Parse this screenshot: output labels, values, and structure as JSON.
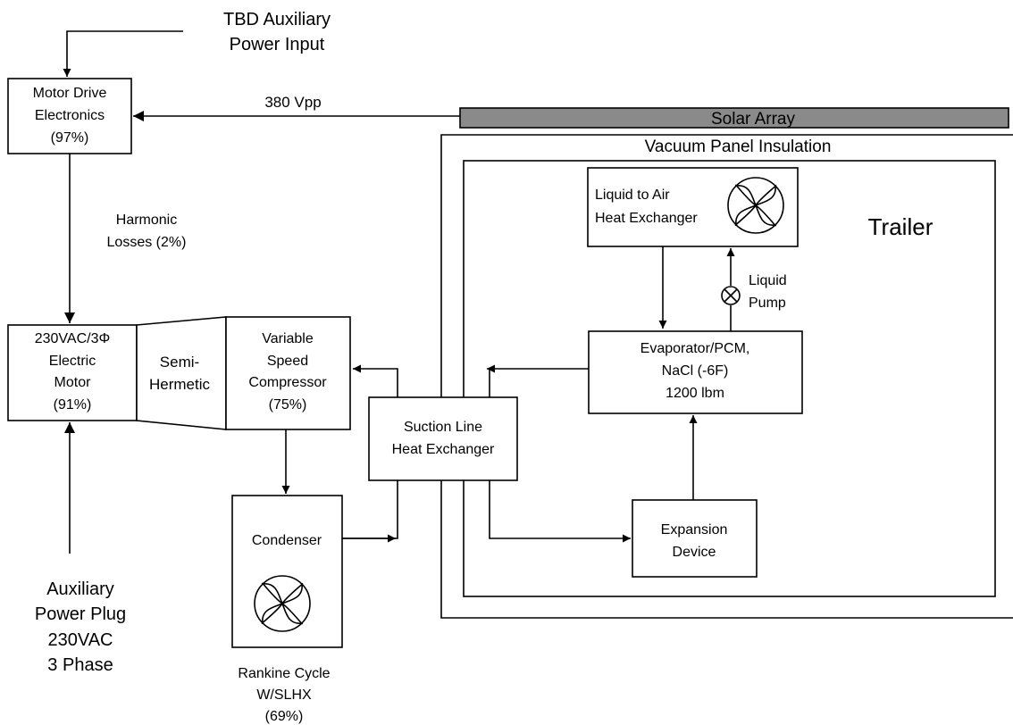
{
  "labels": {
    "tbd_input_line1": "TBD Auxiliary",
    "tbd_input_line2": "Power Input",
    "motor_drive_line1": "Motor Drive",
    "motor_drive_line2": "Electronics",
    "motor_drive_line3": "(97%)",
    "vpp": "380 Vpp",
    "solar_array": "Solar Array",
    "vacuum_panel": "Vacuum Panel Insulation",
    "trailer": "Trailer",
    "liquid_air_line1": "Liquid to Air",
    "liquid_air_line2": "Heat Exchanger",
    "harmonic_line1": "Harmonic",
    "harmonic_line2": "Losses (2%)",
    "liquid_pump_line1": "Liquid",
    "liquid_pump_line2": "Pump",
    "motor_line1": "230VAC/3Φ",
    "motor_line2": "Electric",
    "motor_line3": "Motor",
    "motor_line4": "(91%)",
    "semi_line1": "Semi-",
    "semi_line2": "Hermetic",
    "compressor_line1": "Variable",
    "compressor_line2": "Speed",
    "compressor_line3": "Compressor",
    "compressor_line4": "(75%)",
    "evaporator_line1": "Evaporator/PCM,",
    "evaporator_line2": "NaCl (-6F)",
    "evaporator_line3": "1200 lbm",
    "slhx_line1": "Suction Line",
    "slhx_line2": "Heat Exchanger",
    "condenser": "Condenser",
    "expansion_line1": "Expansion",
    "expansion_line2": "Device",
    "aux_plug_line1": "Auxiliary",
    "aux_plug_line2": "Power Plug",
    "aux_plug_line3": "230VAC",
    "aux_plug_line4": "3 Phase",
    "rankine_line1": "Rankine Cycle",
    "rankine_line2": "W/SLHX",
    "rankine_line3": "(69%)"
  },
  "colors": {
    "solar_array_fill": "#8a8a8a",
    "stroke": "#000000",
    "background": "#ffffff"
  },
  "icons": [
    "fan-icon",
    "pump-valve-icon",
    "arrowhead-icon"
  ]
}
